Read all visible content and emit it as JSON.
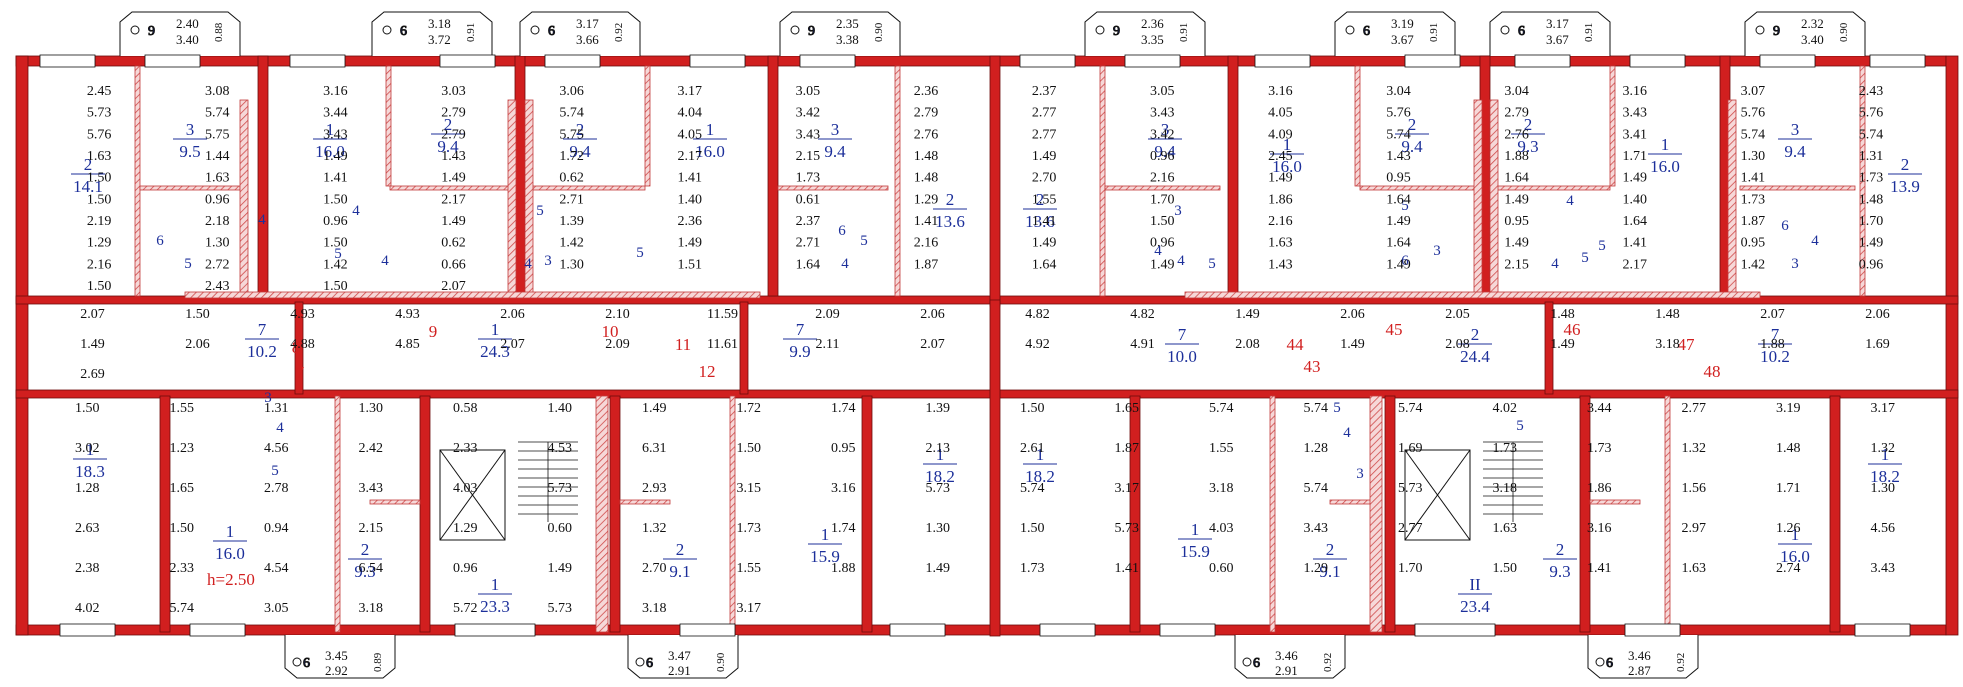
{
  "palette": {
    "wall": "#d11f1f",
    "hatch": "#e9a3a3",
    "ink": "#111111",
    "room_label": "#1c2f9a",
    "marker": "#d11f1f"
  },
  "markers": [
    "7",
    "8",
    "9",
    "10",
    "11",
    "12",
    "43",
    "44",
    "45",
    "46",
    "47",
    "48"
  ],
  "note": "h=2.50",
  "rooms": [
    {
      "id": "a1-2",
      "num": "2",
      "area": "14.1"
    },
    {
      "id": "a1-3",
      "num": "3",
      "area": "9.5"
    },
    {
      "id": "a1-1",
      "num": "1",
      "area": "16.0"
    },
    {
      "id": "a1-2b",
      "num": "2",
      "area": "9.4"
    },
    {
      "id": "a2-2",
      "num": "2",
      "area": "9.4"
    },
    {
      "id": "a2-1",
      "num": "1",
      "area": "16.0"
    },
    {
      "id": "a2-3",
      "num": "3",
      "area": "9.4"
    },
    {
      "id": "a2-2b",
      "num": "2",
      "area": "13.6"
    },
    {
      "id": "a3-2",
      "num": "2",
      "area": "13.6"
    },
    {
      "id": "a3-3",
      "num": "3",
      "area": "9.4"
    },
    {
      "id": "a3-1",
      "num": "1",
      "area": "16.0"
    },
    {
      "id": "a3-2b",
      "num": "2",
      "area": "9.4"
    },
    {
      "id": "a4-2",
      "num": "2",
      "area": "9.3"
    },
    {
      "id": "a4-1",
      "num": "1",
      "area": "16.0"
    },
    {
      "id": "a4-3",
      "num": "3",
      "area": "9.4"
    },
    {
      "id": "a4-2b",
      "num": "2",
      "area": "13.9"
    },
    {
      "id": "c1",
      "num": "7",
      "area": "10.2"
    },
    {
      "id": "c2",
      "num": "1",
      "area": "24.3"
    },
    {
      "id": "c3",
      "num": "7",
      "area": "9.9"
    },
    {
      "id": "c4",
      "num": "7",
      "area": "10.0"
    },
    {
      "id": "c5",
      "num": "2",
      "area": "24.4"
    },
    {
      "id": "c6",
      "num": "7",
      "area": "10.2"
    },
    {
      "id": "b1-1",
      "num": "1",
      "area": "18.3"
    },
    {
      "id": "b1-1b",
      "num": "1",
      "area": "16.0"
    },
    {
      "id": "b1-2",
      "num": "2",
      "area": "9.3"
    },
    {
      "id": "st1",
      "num": "1",
      "area": "23.3"
    },
    {
      "id": "b2-2",
      "num": "2",
      "area": "9.1"
    },
    {
      "id": "b2-1",
      "num": "1",
      "area": "15.9"
    },
    {
      "id": "b2-1b",
      "num": "1",
      "area": "18.2"
    },
    {
      "id": "b3-1",
      "num": "1",
      "area": "18.2"
    },
    {
      "id": "b3-1b",
      "num": "1",
      "area": "15.9"
    },
    {
      "id": "b3-2",
      "num": "2",
      "area": "9.1"
    },
    {
      "id": "st2",
      "num": "II",
      "area": "23.4"
    },
    {
      "id": "b4-2",
      "num": "2",
      "area": "9.3"
    },
    {
      "id": "b4-1",
      "num": "1",
      "area": "16.0"
    },
    {
      "id": "b4-1b",
      "num": "1",
      "area": "18.2"
    }
  ],
  "small_rooms": [
    "4",
    "5",
    "6",
    "3",
    "4",
    "5",
    "4",
    "5",
    "4",
    "5",
    "3",
    "4",
    "5",
    "6",
    "4",
    "5",
    "3",
    "4",
    "5",
    "4",
    "5",
    "6",
    "3",
    "4",
    "5",
    "4",
    "5",
    "6",
    "3",
    "4",
    "5",
    "3",
    "4",
    "5"
  ],
  "balconies_top": [
    {
      "num": "9",
      "a": "2.40",
      "b": "3.40",
      "s": "0.88"
    },
    {
      "num": "6",
      "a": "3.18",
      "b": "3.72",
      "s": "0.91"
    },
    {
      "num": "6",
      "a": "3.17",
      "b": "3.66",
      "s": "0.92"
    },
    {
      "num": "9",
      "a": "2.35",
      "b": "3.38",
      "s": "0.90"
    },
    {
      "num": "9",
      "a": "2.36",
      "b": "3.35",
      "s": "0.91"
    },
    {
      "num": "6",
      "a": "3.19",
      "b": "3.67",
      "s": "0.91"
    },
    {
      "num": "6",
      "a": "3.17",
      "b": "3.67",
      "s": "0.91"
    },
    {
      "num": "9",
      "a": "2.32",
      "b": "3.40",
      "s": "0.90"
    }
  ],
  "balconies_bottom": [
    {
      "num": "6",
      "a": "3.45",
      "b": "2.92",
      "s": "0.89"
    },
    {
      "num": "6",
      "a": "3.47",
      "b": "2.91",
      "s": "0.90"
    },
    {
      "num": "6",
      "a": "3.46",
      "b": "2.91",
      "s": "0.92"
    },
    {
      "num": "6",
      "a": "3.46",
      "b": "2.87",
      "s": "0.92"
    }
  ],
  "dims": [
    "2.45",
    "3.08",
    "3.16",
    "3.03",
    "3.06",
    "3.17",
    "3.05",
    "2.36",
    "2.37",
    "3.05",
    "3.16",
    "3.04",
    "3.04",
    "3.16",
    "3.07",
    "2.43",
    "5.73",
    "5.74",
    "3.44",
    "2.79",
    "5.74",
    "4.04",
    "3.42",
    "2.79",
    "2.77",
    "3.43",
    "4.05",
    "5.76",
    "2.79",
    "3.43",
    "5.76",
    "5.76",
    "5.76",
    "5.75",
    "3.43",
    "2.79",
    "5.75",
    "4.05",
    "3.43",
    "2.76",
    "2.77",
    "3.42",
    "4.09",
    "5.74",
    "2.76",
    "3.41",
    "5.74",
    "5.74",
    "1.63",
    "1.44",
    "1.49",
    "1.43",
    "1.72",
    "2.17",
    "2.15",
    "1.48",
    "1.49",
    "0.96",
    "2.45",
    "1.43",
    "1.88",
    "1.71",
    "1.30",
    "1.31",
    "1.50",
    "1.63",
    "1.41",
    "1.49",
    "0.62",
    "1.41",
    "1.73",
    "1.48",
    "2.70",
    "2.16",
    "1.49",
    "0.95",
    "1.64",
    "1.49",
    "1.41",
    "1.73",
    "1.50",
    "0.96",
    "1.50",
    "2.17",
    "2.71",
    "1.40",
    "0.61",
    "1.29",
    "1.55",
    "1.70",
    "1.86",
    "1.64",
    "1.49",
    "1.40",
    "1.73",
    "1.48",
    "2.19",
    "2.18",
    "0.96",
    "1.49",
    "1.39",
    "2.36",
    "2.37",
    "1.41",
    "1.41",
    "1.50",
    "2.16",
    "1.49",
    "0.95",
    "1.64",
    "1.87",
    "1.70",
    "1.29",
    "1.30",
    "1.50",
    "0.62",
    "1.42",
    "1.49",
    "2.71",
    "2.16",
    "1.49",
    "0.96",
    "1.63",
    "1.64",
    "1.49",
    "1.41",
    "0.95",
    "1.49",
    "2.16",
    "2.72",
    "1.42",
    "0.66",
    "1.30",
    "1.51",
    "1.64",
    "1.87",
    "1.64",
    "1.49",
    "1.43",
    "1.49",
    "2.15",
    "2.17",
    "1.42",
    "0.96",
    "1.50",
    "2.43",
    "1.50",
    "2.07",
    "2.07",
    "1.50",
    "4.93",
    "4.93",
    "2.06",
    "2.10",
    "11.59",
    "2.09",
    "2.06",
    "4.82",
    "4.82",
    "1.49",
    "2.06",
    "2.05",
    "1.48",
    "1.48",
    "2.07",
    "2.06",
    "1.49",
    "2.06",
    "4.88",
    "4.85",
    "2.07",
    "2.09",
    "11.61",
    "2.11",
    "2.07",
    "4.92",
    "4.91",
    "2.08",
    "1.49",
    "2.08",
    "1.49",
    "3.18",
    "1.88",
    "1.69",
    "2.69",
    "1.50",
    "1.55",
    "1.31",
    "1.30",
    "0.58",
    "1.40",
    "1.49",
    "1.72",
    "1.74",
    "1.39",
    "1.50",
    "1.65",
    "5.74",
    "5.74",
    "5.74",
    "4.02",
    "3.44",
    "2.77",
    "3.19",
    "3.17",
    "3.02",
    "1.23",
    "4.56",
    "2.42",
    "2.33",
    "4.53",
    "6.31",
    "1.50",
    "0.95",
    "2.13",
    "2.61",
    "1.87",
    "1.55",
    "1.28",
    "1.69",
    "1.73",
    "1.73",
    "1.32",
    "1.48",
    "1.32",
    "1.28",
    "1.65",
    "2.78",
    "3.43",
    "4.03",
    "5.73",
    "2.93",
    "3.15",
    "3.16",
    "5.73",
    "5.74",
    "3.17",
    "3.18",
    "5.74",
    "5.73",
    "3.18",
    "1.86",
    "1.56",
    "1.71",
    "1.30",
    "2.63",
    "1.50",
    "0.94",
    "2.15",
    "1.29",
    "0.60",
    "1.32",
    "1.73",
    "1.74",
    "1.30",
    "1.50",
    "5.73",
    "4.03",
    "3.43",
    "2.77",
    "1.63",
    "3.16",
    "2.97",
    "1.26",
    "4.56",
    "2.38",
    "2.33",
    "4.54",
    "6.54",
    "0.96",
    "1.49",
    "2.70",
    "1.55",
    "1.88",
    "1.49",
    "1.73",
    "1.41",
    "0.60",
    "1.29",
    "1.70",
    "1.50",
    "1.41",
    "1.63",
    "2.74",
    "3.43",
    "4.02",
    "5.74",
    "3.05",
    "3.18",
    "5.72",
    "5.73",
    "3.18",
    "3.17"
  ]
}
